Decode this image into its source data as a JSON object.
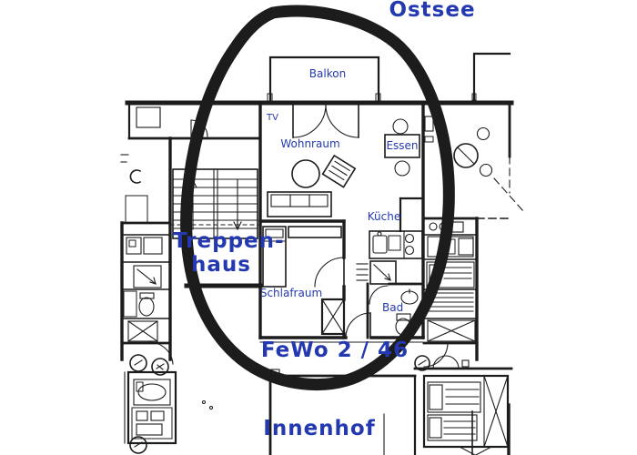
{
  "colors": {
    "annotation_blue": "#2439b0",
    "plan_ink": "#1c1c1c",
    "paper": "#ffffff"
  },
  "annotations": {
    "ostsee": "Ostsee",
    "treppenhaus_line1": "Treppen-",
    "treppenhaus_line2": "haus",
    "fewo": "FeWo  2 / 46",
    "innenhof": "Innenhof"
  },
  "rooms": {
    "balkon": "Balkon",
    "tv": "TV",
    "wohnraum": "Wohnraum",
    "essen": "Essen",
    "kueche": "Küche",
    "schlafraum": "Schlafraum",
    "bad": "Bad"
  }
}
